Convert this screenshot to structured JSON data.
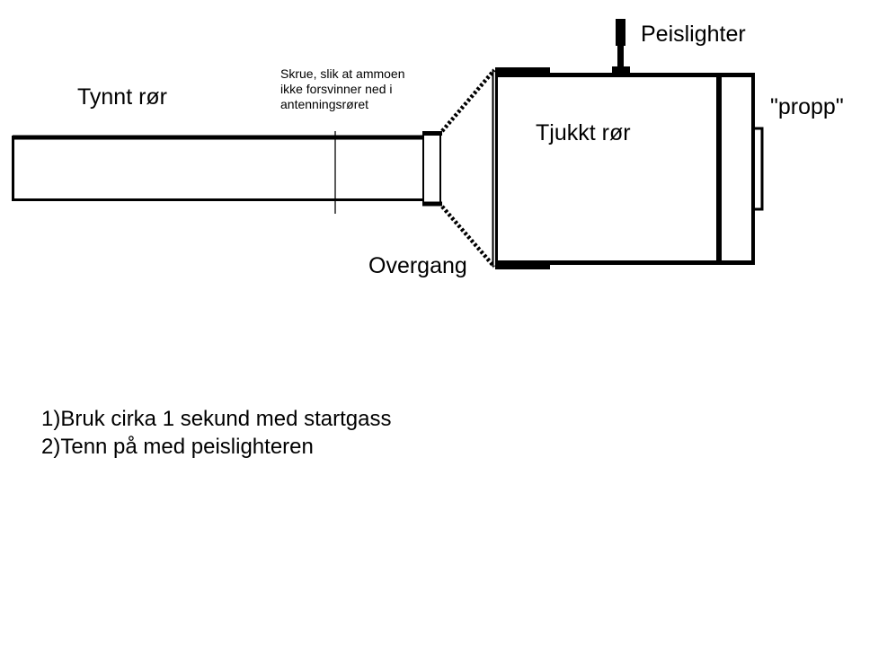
{
  "labels": {
    "thin_pipe": "Tynnt rør",
    "screw": [
      "Skrue, slik at ammoen",
      "ikke forsvinner ned i",
      "antenningsrøret"
    ],
    "lighter": "Peislighter",
    "thick_pipe": "Tjukkt rør",
    "plug": "\"propp\"",
    "transition": "Overgang"
  },
  "instructions": [
    "1)Bruk cirka 1 sekund med startgass",
    "2)Tenn på med peislighteren"
  ],
  "colors": {
    "ink": "#000000",
    "background": "#ffffff"
  }
}
